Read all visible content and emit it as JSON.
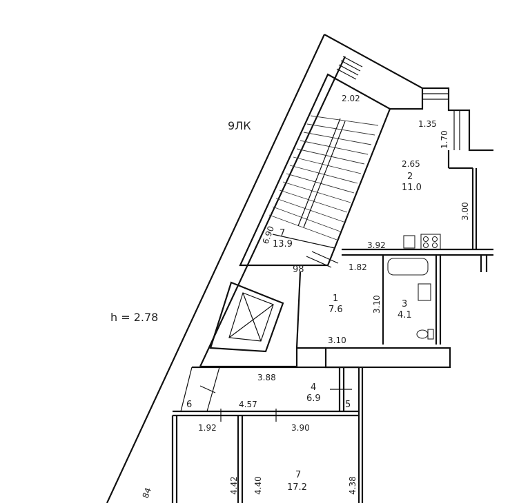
{
  "plan": {
    "height_note": "h  =  2.78",
    "outside_label": "9ЛК",
    "stair": {
      "landing_width": "2.02",
      "room_number": "7",
      "area": "13.9",
      "length": "6.90",
      "door_number": "98"
    },
    "rooms": [
      {
        "id": "room-2",
        "number": "2",
        "area": "11.0",
        "dims": [
          "2.65",
          "1.35",
          "1.70",
          "3.00",
          "3.92"
        ]
      },
      {
        "id": "room-1",
        "number": "1",
        "area": "7.6",
        "dims": [
          "1.82",
          "3.10",
          "3.10"
        ]
      },
      {
        "id": "room-3",
        "number": "3",
        "area": "4.1",
        "dims": []
      },
      {
        "id": "room-4",
        "number": "4",
        "area": "6.9",
        "dims": [
          "3.88",
          "4.57"
        ]
      },
      {
        "id": "room-7b",
        "number": "7",
        "area": "17.2",
        "dims": [
          "3.90",
          "4.40",
          "4.38"
        ]
      }
    ],
    "small_rooms": {
      "room_5": "5",
      "room_6": "6"
    },
    "extra_dims": {
      "d192": "1.92",
      "d442": "4.42",
      "d84": "84"
    }
  }
}
